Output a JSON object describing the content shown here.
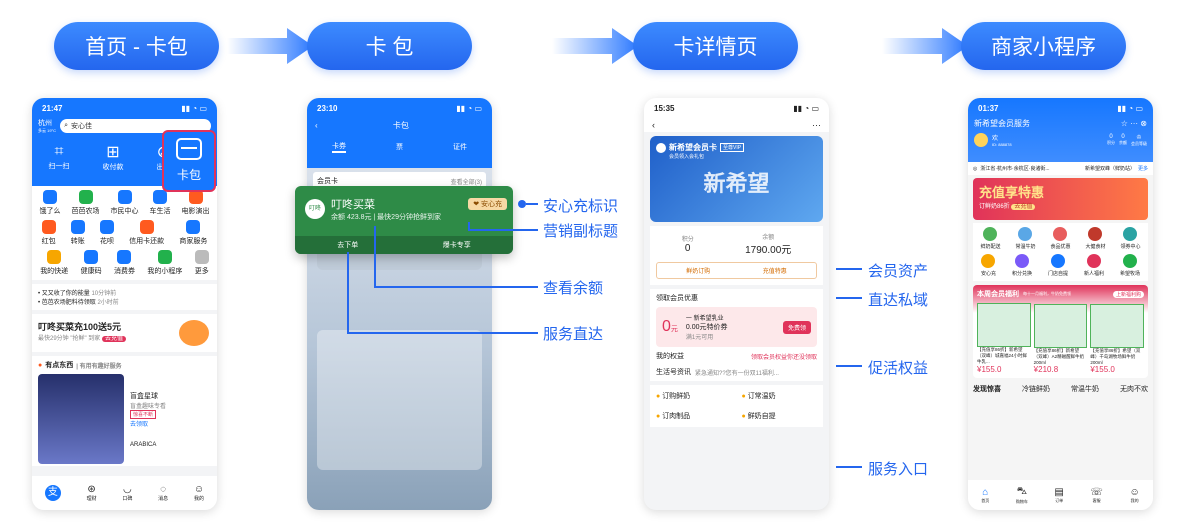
{
  "steps": [
    "首页 - 卡包",
    "卡  包",
    "卡详情页",
    "商家小程序"
  ],
  "p1": {
    "time": "21:47",
    "city": "杭州",
    "temp": "多云 19°C",
    "search": "安心佳",
    "top": [
      "扫一扫",
      "收付款",
      "出行"
    ],
    "kabao": "卡包",
    "grid1": [
      "饿了么",
      "芭芭农场",
      "市民中心",
      "车生活",
      "电影演出"
    ],
    "grid2": [
      "红包",
      "转账",
      "花呗",
      "信用卡还款",
      "商家服务"
    ],
    "grid3": [
      "我的快递",
      "健康码",
      "消费券",
      "我的小程序",
      "更多"
    ],
    "notices": [
      "又又收了你的能量",
      "芭芭农场肥料待领取"
    ],
    "notice_times": [
      "10分钟前",
      "2小时前"
    ],
    "promo_title": "叮咚买菜充100送5元",
    "promo_sub": "最快29分钟 \"抢鲜\" 到家",
    "promo_btn": "去充值",
    "section": "有点东西",
    "section_sub": "| 有用有趣好服务",
    "blind": "盲盒星球",
    "blind_sub": "盲盒趣味专看",
    "blind_tag": "惊喜不断",
    "blind_btn": "去领取",
    "arabica": "ARABICA",
    "tabs": [
      "理财",
      "口碑",
      "消息",
      "我的"
    ]
  },
  "p2": {
    "time": "23:10",
    "title": "卡包",
    "tabs": [
      "卡券",
      "票",
      "证件"
    ],
    "member": "会员卡",
    "all": "查看全部(3)",
    "card_name": "叮咚买菜",
    "badge": "安心充",
    "card_balance": "余额 423.8元 | 最快29分钟抢鲜到家",
    "btn1": "去下单",
    "btn2": "爆卡专享"
  },
  "ann2": [
    "安心充标识",
    "营销副标题",
    "查看余额",
    "服务直达"
  ],
  "p3": {
    "time": "15:35",
    "card_title": "新希望会员卡",
    "card_tag": "至尊VIP",
    "card_sub": "会员领入会礼包",
    "brand": "新希望",
    "points_label": "积分",
    "points": "0",
    "bal_label": "余额",
    "bal": "1790.00元",
    "btn1": "鲜奶订购",
    "btn2": "充值特惠",
    "coupon_head": "领取会员优惠",
    "coupon_name": "一 新希望乳业",
    "coupon_price": "0",
    "coupon_unit": "元",
    "coupon_text": "0.00元特价券",
    "coupon_sub": "满1元可用",
    "coupon_btn": "免费领",
    "rights": "我的权益",
    "rights_sub": "领取会员权益你还没领取",
    "life": "生活号资讯",
    "life_sub": "紧急通知??您有一份双11福利...",
    "svc": [
      "订购鲜奶",
      "订常温奶",
      "订肉制品",
      "鲜奶自提"
    ]
  },
  "ann3": [
    "会员资产",
    "直达私域",
    "促活权益",
    "服务入口"
  ],
  "p4": {
    "time": "01:37",
    "title": "新希望会员服务",
    "user": "欢",
    "uid": "ID: 888878",
    "pts": "0",
    "pts_l": "积分",
    "bal": "0",
    "bal_l": "余额",
    "lvl": "会员等级",
    "addr": "浙江省·杭州市·余杭区·良渚街...",
    "store": "新希望双峰（鲜奶站）",
    "more": "更多",
    "banner": "充值享特惠",
    "banner_sub": "订鲜奶86折",
    "banner_btn": "去充值",
    "icons1": [
      "鲜奶配送",
      "常温牛奶",
      "食品优惠",
      "大健食材",
      "领券中心"
    ],
    "icons2": [
      "安心充",
      "积分兑换",
      "门店自提",
      "新人福利",
      "希望牧场"
    ],
    "week": "本周会员福利",
    "week_sub": "每十一月福利，牛奶免费领",
    "week_btn": "上新福利购",
    "prods": [
      "【充值享86折】新希望（双峰）城嘉福24小时鲜牛乳...",
      "【充值享86折】新希望（双峰）A2精磁醒鲜牛奶200ml",
      "【充值享86折】希望（双峰）千岛湖牧场鲜牛奶200ml"
    ],
    "prices": [
      "¥155.0",
      "¥210.8",
      "¥155.0"
    ],
    "tabs": [
      "发现惊喜",
      "冷链鲜奶",
      "常温牛奶",
      "无肉不欢"
    ],
    "nav": [
      "首页",
      "购物车",
      "订单",
      "客服",
      "我的"
    ]
  }
}
